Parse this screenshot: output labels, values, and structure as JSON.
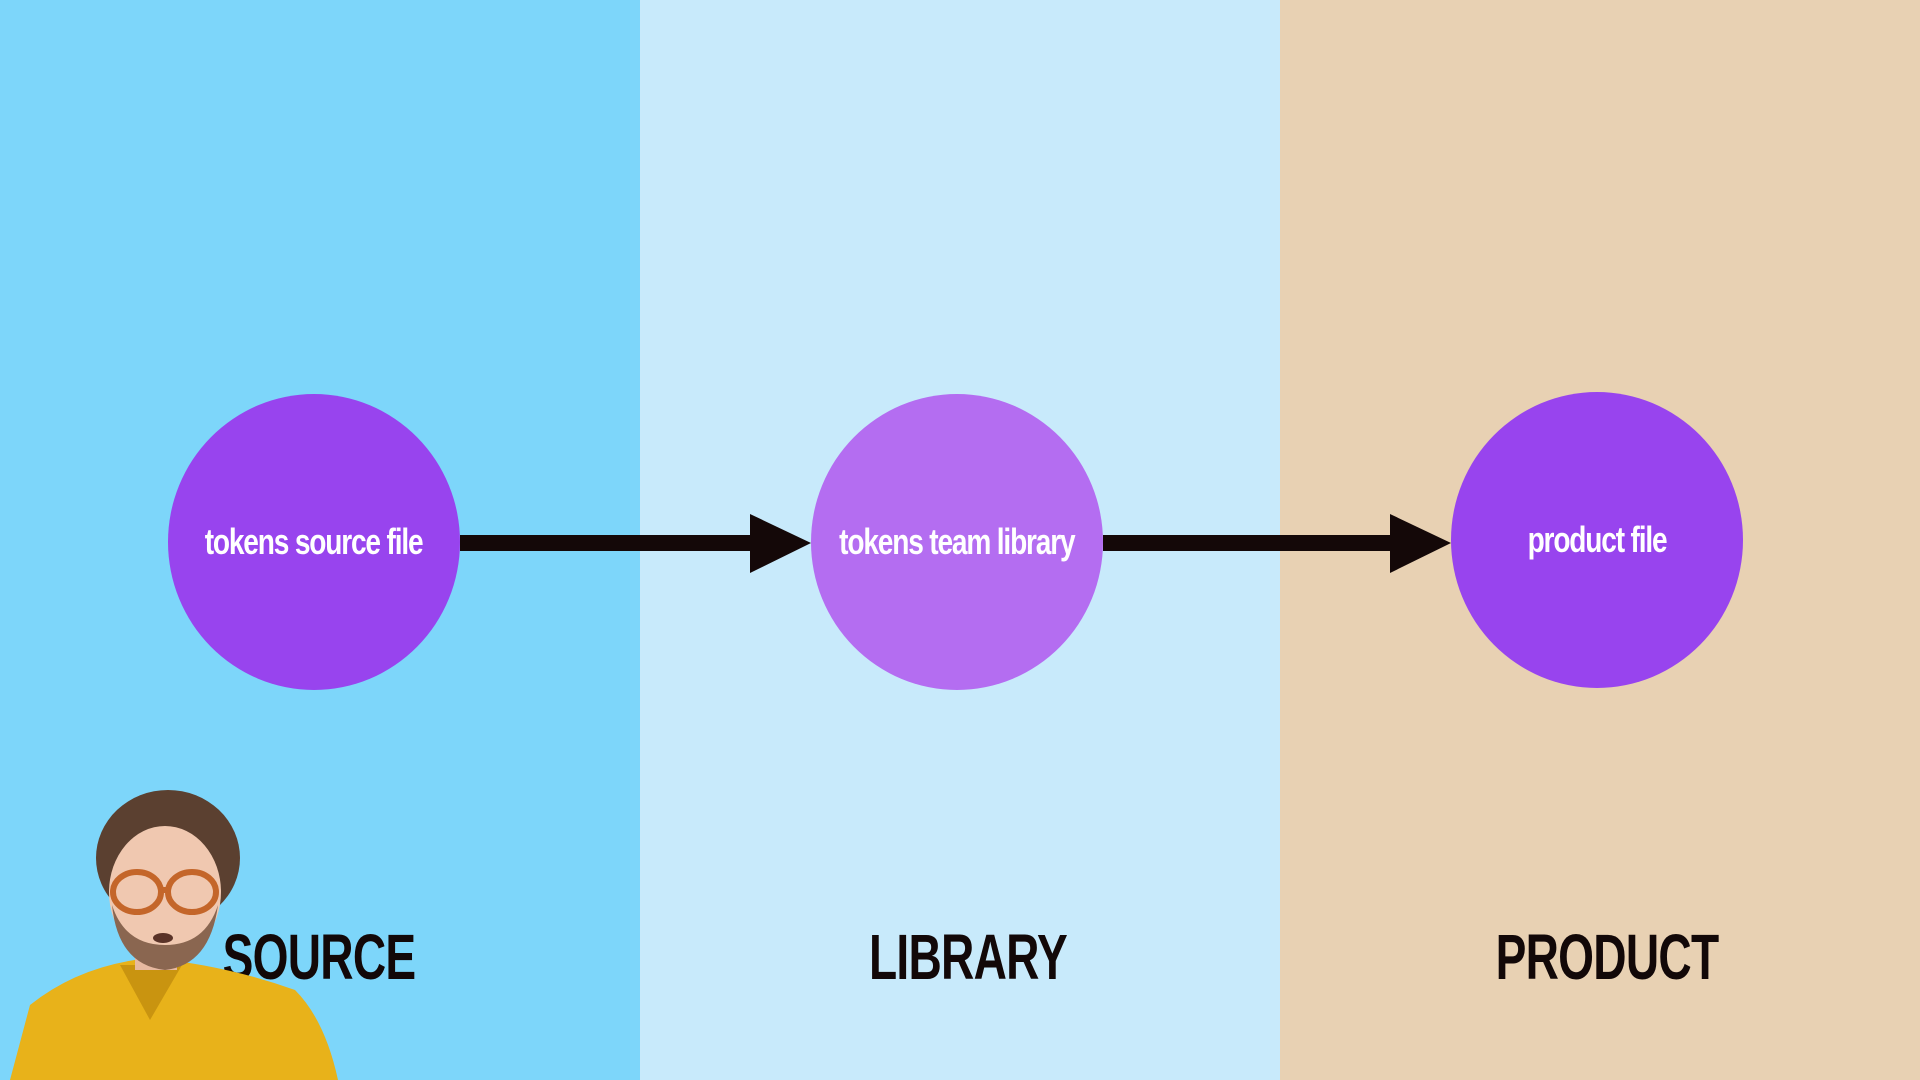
{
  "colors": {
    "source_bg": "#7dd6fa",
    "library_bg": "#c8eafb",
    "product_bg": "#e8d1b3",
    "node_dark": "#9844ee",
    "node_light": "#b46df1",
    "arrow": "#140808",
    "text_light": "#ffffff",
    "text_dark": "#120808"
  },
  "diagram": {
    "nodes": [
      {
        "label": "tokens source file"
      },
      {
        "label": "tokens team library"
      },
      {
        "label": "product file"
      }
    ],
    "sections": [
      {
        "label": "SOURCE"
      },
      {
        "label": "LIBRARY"
      },
      {
        "label": "PRODUCT"
      }
    ]
  },
  "presenter": {
    "icon": "person-video-overlay"
  }
}
